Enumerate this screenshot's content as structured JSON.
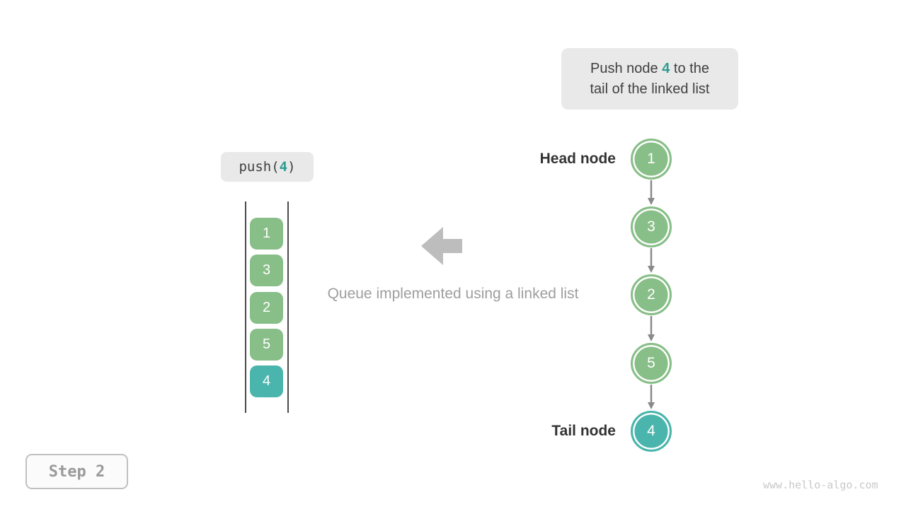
{
  "colors": {
    "node_green": "#88be88",
    "node_teal": "#4ab5ac",
    "highlight_teal": "#2e9c90",
    "arrow_gray": "#8a8a8a",
    "block_arrow_gray": "#bdbdbd",
    "callout_bg": "#e9e9e9"
  },
  "callout": {
    "line1_pre": "Push node ",
    "highlight": "4",
    "line1_post": " to the",
    "line2": "tail of the linked list"
  },
  "push_label": {
    "pre": "push(",
    "arg": "4",
    "post": ")"
  },
  "queue": {
    "items": [
      {
        "value": "1",
        "color": "green"
      },
      {
        "value": "3",
        "color": "green"
      },
      {
        "value": "2",
        "color": "green"
      },
      {
        "value": "5",
        "color": "green"
      },
      {
        "value": "4",
        "color": "teal"
      }
    ]
  },
  "caption": "Queue implemented using a linked list",
  "linked_list": {
    "head_label": "Head node",
    "tail_label": "Tail node",
    "nodes": [
      {
        "value": "1",
        "color": "green"
      },
      {
        "value": "3",
        "color": "green"
      },
      {
        "value": "2",
        "color": "green"
      },
      {
        "value": "5",
        "color": "green"
      },
      {
        "value": "4",
        "color": "teal"
      }
    ]
  },
  "step_label": "Step 2",
  "watermark": "www.hello-algo.com"
}
